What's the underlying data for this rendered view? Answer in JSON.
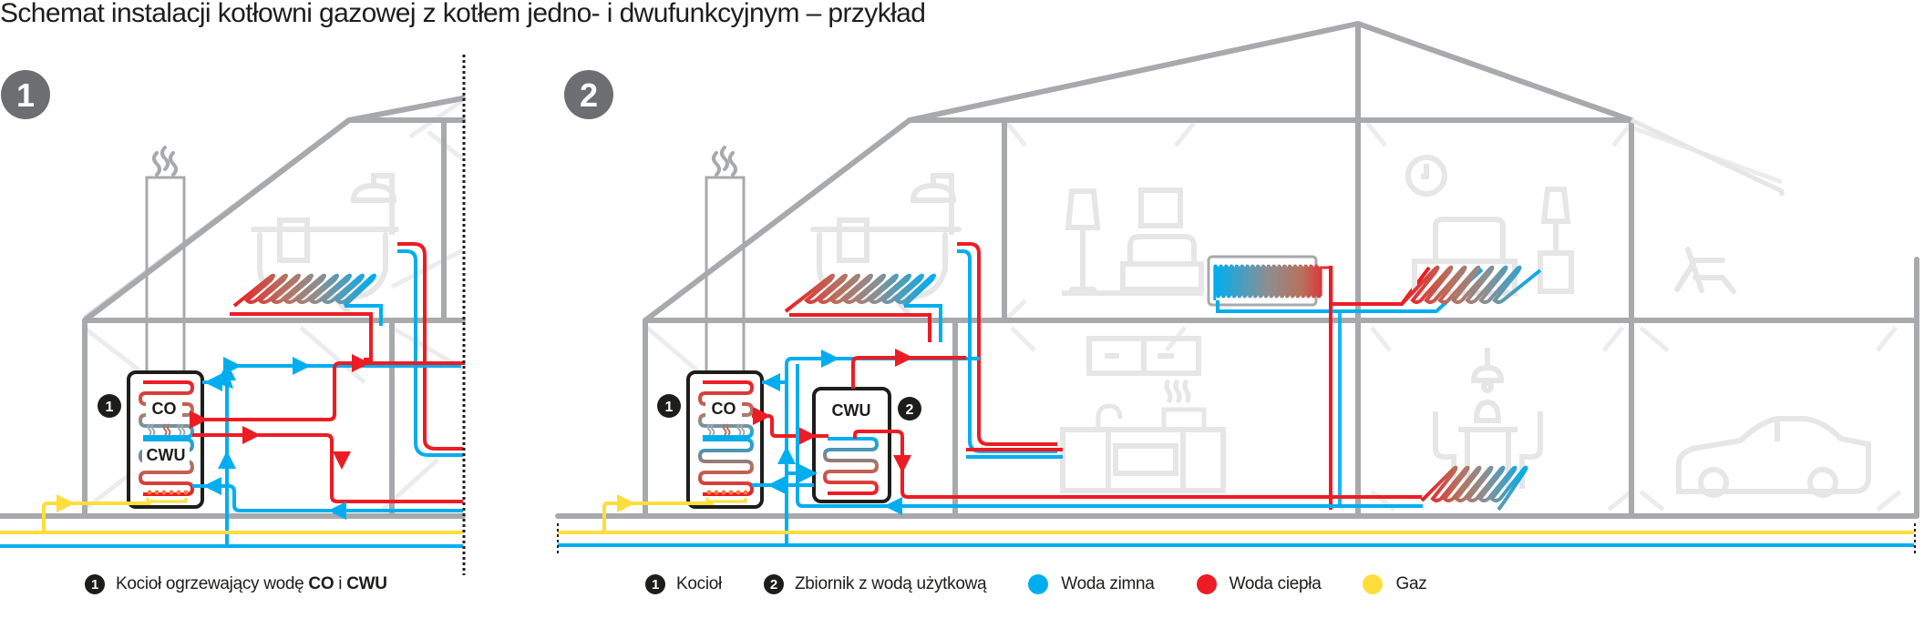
{
  "title": "Schemat instalacji kotłowni gazowej z kotłem jedno- i dwufunkcyjnym – przykład",
  "colors": {
    "cold_water": "#00aeef",
    "hot_water": "#ed1c24",
    "gas": "#ffdd3c",
    "structure": "#a7a9ac",
    "furniture": "#e6e6e6",
    "badge_gray": "#6d6e71",
    "ink": "#1d1d1b"
  },
  "panels": [
    {
      "number": "1",
      "boiler": {
        "marker": "1",
        "upper_label": "CO",
        "lower_label": "CWU"
      },
      "legend": {
        "marker": "1",
        "text_prefix": "Kocioł ogrzewający wodę ",
        "bold1": "CO",
        "middle": " i ",
        "bold2": "CWU"
      }
    },
    {
      "number": "2",
      "boiler": {
        "marker": "1",
        "upper_label": "CO"
      },
      "tank": {
        "marker": "2",
        "label": "CWU"
      },
      "legend": [
        {
          "type": "marker",
          "marker": "1",
          "label": "Kocioł"
        },
        {
          "type": "marker",
          "marker": "2",
          "label": "Zbiornik z wodą użytkową"
        },
        {
          "type": "dot",
          "color_key": "cold_water",
          "label": "Woda zimna"
        },
        {
          "type": "dot",
          "color_key": "hot_water",
          "label": "Woda ciepła"
        },
        {
          "type": "dot",
          "color_key": "gas",
          "label": "Gaz"
        }
      ]
    }
  ],
  "icons": [
    "smoke-icon",
    "bathtub-icon",
    "shower-icon",
    "floor-lamp-icon",
    "picture-frame-icon",
    "armchair-icon",
    "radiator-icon",
    "clock-icon",
    "bed-icon",
    "table-lamp-icon",
    "sun-lounger-icon",
    "kitchen-cabinets-icon",
    "steaming-pot-icon",
    "faucet-icon",
    "ceiling-lamp-icon",
    "dining-set-icon",
    "car-icon",
    "burner-flames-icon",
    "heat-waves-icon"
  ]
}
